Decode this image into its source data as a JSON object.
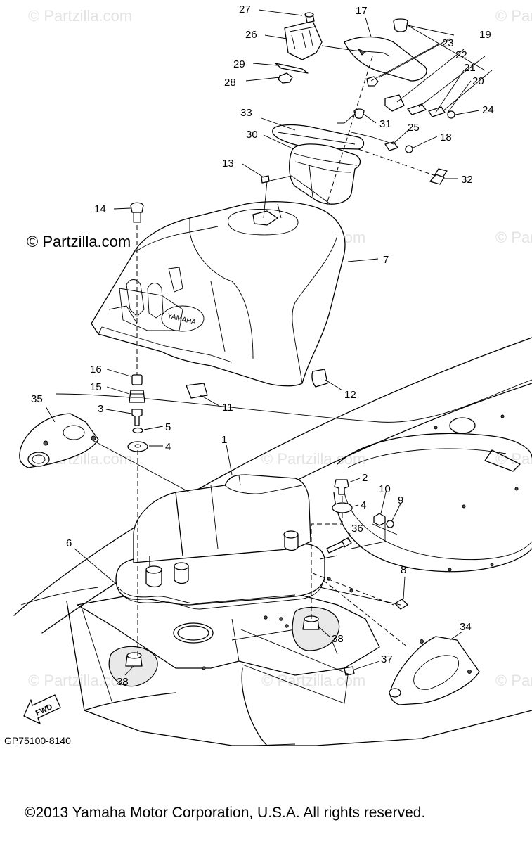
{
  "watermark": "© Partzilla.com",
  "watermark_main": "© Partzilla.com",
  "brand_logo": "YAMAHA",
  "forward_label": "FWD",
  "diagram_code": "GP75100-8140",
  "copyright": "©2013  Yamaha Motor Corporation, U.S.A. All rights reserved.",
  "callouts": [
    {
      "num": "27"
    },
    {
      "num": "17"
    },
    {
      "num": "26"
    },
    {
      "num": "19"
    },
    {
      "num": "23"
    },
    {
      "num": "22"
    },
    {
      "num": "29"
    },
    {
      "num": "21"
    },
    {
      "num": "28"
    },
    {
      "num": "20"
    },
    {
      "num": "24"
    },
    {
      "num": "33"
    },
    {
      "num": "31"
    },
    {
      "num": "25"
    },
    {
      "num": "30"
    },
    {
      "num": "18"
    },
    {
      "num": "13"
    },
    {
      "num": "32"
    },
    {
      "num": "14"
    },
    {
      "num": "7"
    },
    {
      "num": "16"
    },
    {
      "num": "12"
    },
    {
      "num": "15"
    },
    {
      "num": "11"
    },
    {
      "num": "35"
    },
    {
      "num": "3"
    },
    {
      "num": "5"
    },
    {
      "num": "4"
    },
    {
      "num": "1"
    },
    {
      "num": "2"
    },
    {
      "num": "10"
    },
    {
      "num": "9"
    },
    {
      "num": "4"
    },
    {
      "num": "6"
    },
    {
      "num": "36"
    },
    {
      "num": "8"
    },
    {
      "num": "34"
    },
    {
      "num": "38"
    },
    {
      "num": "37"
    },
    {
      "num": "38"
    }
  ]
}
